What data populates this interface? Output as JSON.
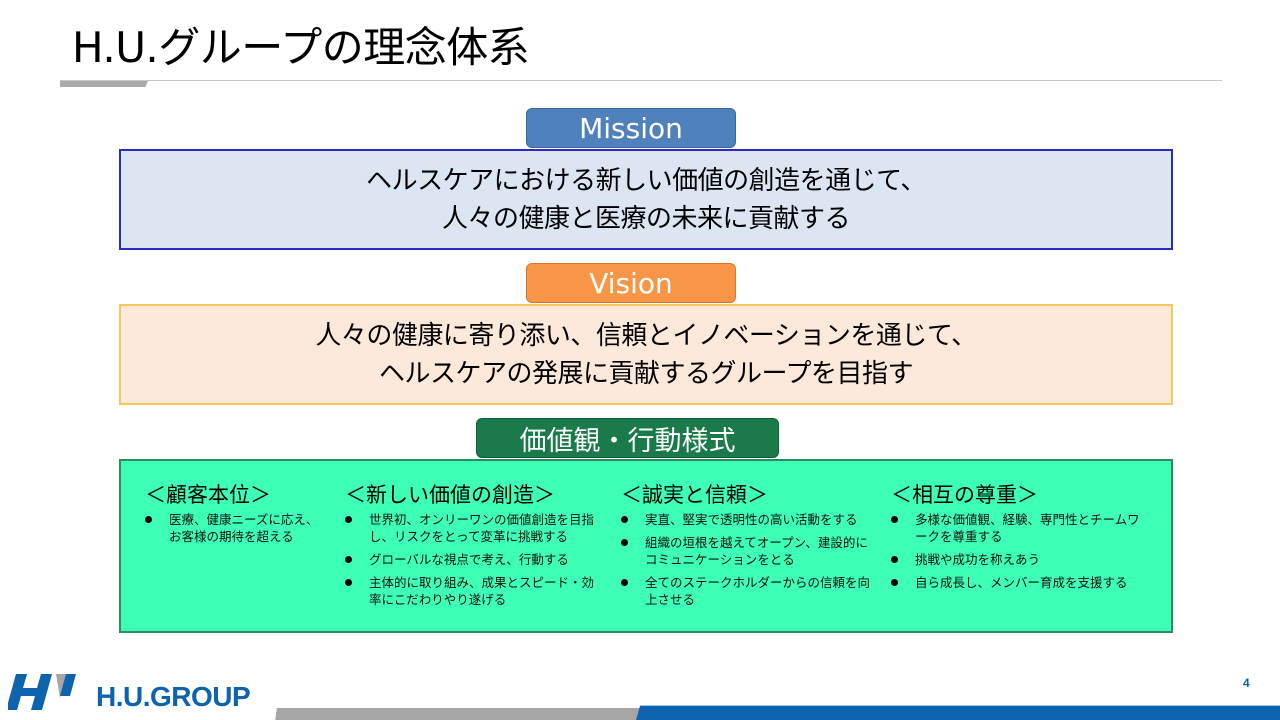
{
  "slide": {
    "title": "H.U.グループの理念体系",
    "page_number": "4"
  },
  "mission": {
    "label": "Mission",
    "lines": [
      "ヘルスケアにおける新しい価値の創造を通じて、",
      "人々の健康と医療の未来に貢献する"
    ],
    "colors": {
      "tag": "#4f81bd",
      "panel_bg": "#dce6f2",
      "panel_border": "#2b2bbf"
    }
  },
  "vision": {
    "label": "Vision",
    "lines": [
      "人々の健康に寄り添い、信頼とイノベーションを通じて、",
      "ヘルスケアの発展に貢献するグループを目指す"
    ],
    "colors": {
      "tag": "#f79646",
      "panel_bg": "#fde9d9",
      "panel_border": "#f4c85a"
    }
  },
  "values": {
    "label": "価値観・行動様式",
    "colors": {
      "tag": "#1a7a4a",
      "panel_bg": "#3dffb6",
      "panel_border": "#2a8f5c"
    },
    "columns": [
      {
        "heading": "＜顧客本位＞",
        "items": [
          "医療、健康ニーズに応え、お客様の期待を超える"
        ]
      },
      {
        "heading": "＜新しい価値の創造＞",
        "items": [
          "世界初、オンリーワンの価値創造を目指し、リスクをとって変革に挑戦する",
          "グローバルな視点で考え、行動する",
          "主体的に取り組み、成果とスピード・効率にこだわりやり遂げる"
        ]
      },
      {
        "heading": "＜誠実と信頼＞",
        "items": [
          "実直、堅実で透明性の高い活動をする",
          "組織の垣根を越えてオープン、建設的にコミュニケーションをとる",
          "全てのステークホルダーからの信頼を向上させる"
        ]
      },
      {
        "heading": "＜相互の尊重＞",
        "items": [
          "多様な価値観、経験、専門性とチームワークを尊重する",
          "挑戦や成功を称えあう",
          "自ら成長し、メンバー育成を支援する"
        ]
      }
    ]
  },
  "footer": {
    "logo_text": "H.U.GROUP",
    "logo_icon": "hu-logo-icon",
    "brand_color": "#0e63ae"
  }
}
